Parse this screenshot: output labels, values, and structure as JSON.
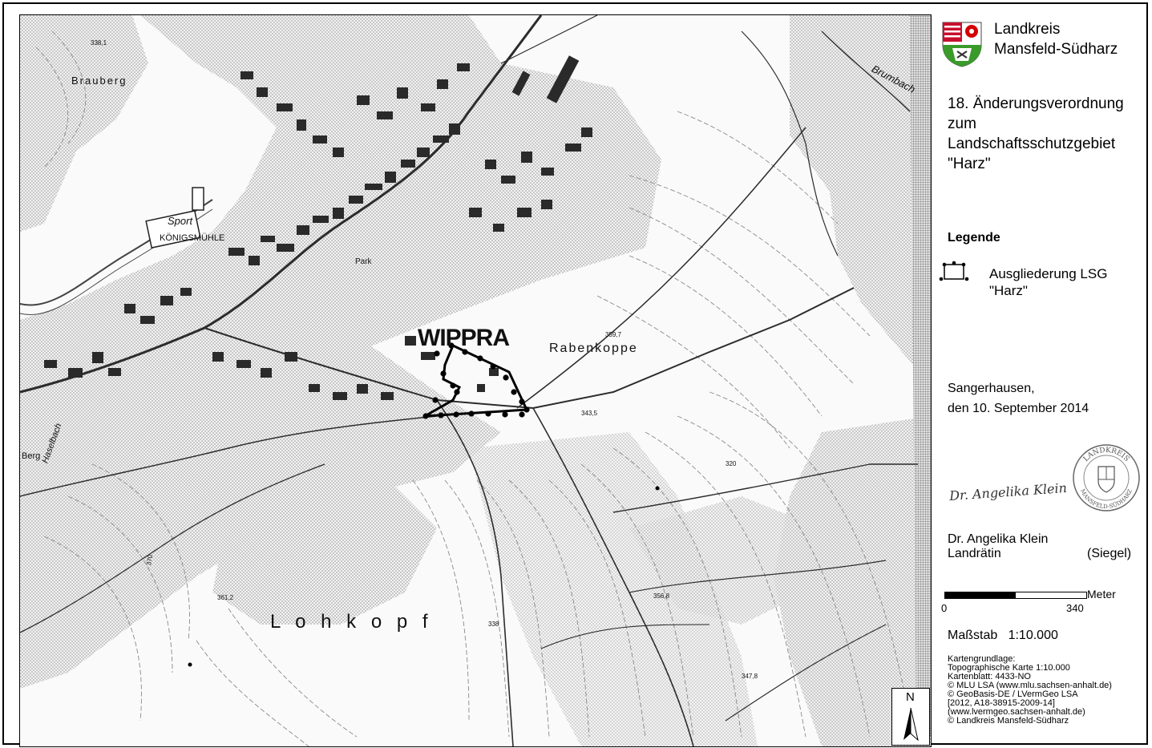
{
  "header": {
    "org_line1": "Landkreis",
    "org_line2": "Mansfeld-Südharz"
  },
  "title_lines": [
    "18. Änderungsverordnung",
    "zum",
    "Landschaftsschutzgebiet",
    "\"Harz\""
  ],
  "legend": {
    "heading": "Legende",
    "item_line1": "Ausgliederung LSG",
    "item_line2": "\"Harz\""
  },
  "place_date": {
    "line1": "Sangerhausen,",
    "line2": "den 10. September 2014"
  },
  "signature": {
    "handwriting": "Dr. Angelika Klein",
    "name": "Dr. Angelika Klein",
    "role": "Landrätin",
    "seal_note": "(Siegel)",
    "seal_text_top": "LANDKREIS",
    "seal_text_bottom": "MANSFELD-SÜDHARZ"
  },
  "scalebar": {
    "unit": "Meter",
    "start": "0",
    "end": "340",
    "scale_text": "Maßstab   1:10.000"
  },
  "credits": [
    "Kartengrundlage:",
    "Topographische Karte 1:10.000",
    "Kartenblatt: 4433-NO",
    "© MLU LSA (www.mlu.sachsen-anhalt.de)",
    "© GeoBasis-DE / LVermGeo LSA",
    "[2012, A18-38915-2009-14]",
    "(www.lvermgeo.sachsen-anhalt.de)",
    "© Landkreis Mansfeld-Südharz"
  ],
  "north_label": "N",
  "map_labels": {
    "town": "WIPPRA",
    "hill1": "Rabenkoppe",
    "hill2": "L o h k o p f",
    "sport": "Sport",
    "mill": "KÖNIGSMÜHLE",
    "braub": "Brauberg",
    "brumbach": "Brumbach",
    "berg": "Berg",
    "haselbach": "Haselbach",
    "park": "Park",
    "elev1": "338,1",
    "elev2": "359,7",
    "elev3": "343,5",
    "elev4": "338",
    "elev5": "361,2",
    "elev6": "347,8",
    "elev7": "356,8",
    "elev8": "320",
    "elev9": "370"
  },
  "colors": {
    "boundary": "#000000",
    "forest_hatch": "#bdbdbd",
    "contour": "#777777",
    "building": "#2a2a2a",
    "road": "#333333"
  }
}
